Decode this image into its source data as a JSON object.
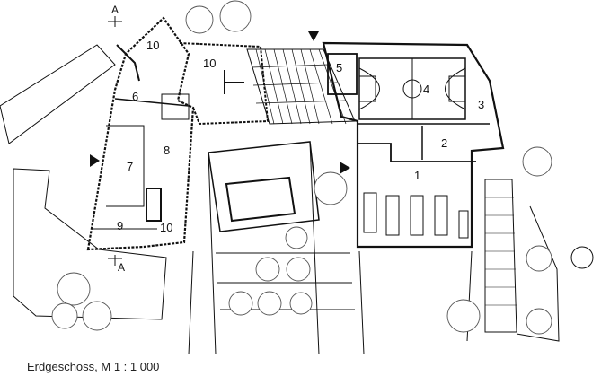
{
  "caption": "Erdgeschoss, M 1 : 1 000",
  "section_label": "A",
  "rooms": {
    "r1": "1",
    "r2": "2",
    "r3": "3",
    "r4": "4",
    "r5": "5",
    "r6": "6",
    "r7": "7",
    "r8": "8",
    "r9": "9",
    "r10a": "10",
    "r10b": "10",
    "r10c": "10"
  },
  "colors": {
    "ink": "#111111",
    "tree": "#555555"
  }
}
